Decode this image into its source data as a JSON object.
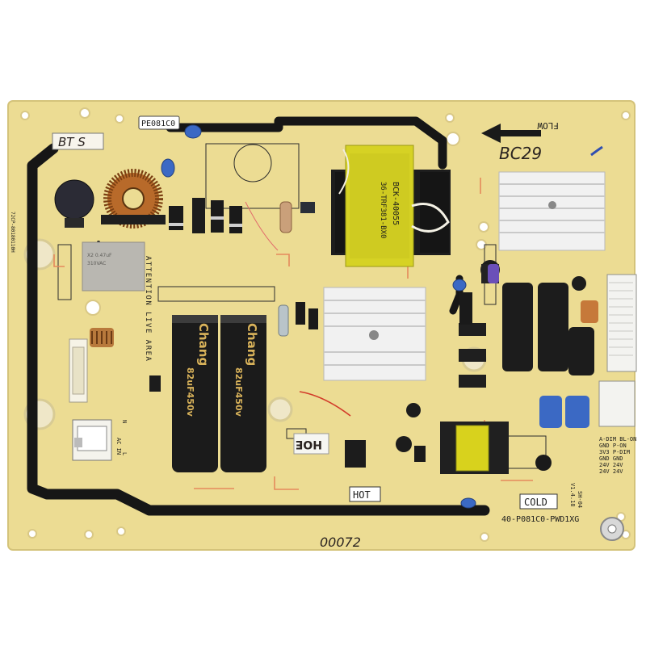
{
  "board": {
    "colors": {
      "pcb": "#ecdc93",
      "trace": "#161616",
      "silkscreen": "#1c1c1c",
      "capacitor_blue": "#3b69c4",
      "heatsink": "#eeeeee",
      "transformer_yellow": "#d6d224",
      "marker_red": "#d23b2a"
    },
    "labels": {
      "model_top": "PE081C0",
      "flow": "FLOW",
      "transformer_part": "BCK-40055",
      "transformer_code": "36-TRF381-BX0",
      "attention": "ATTENTION LIVE AREA",
      "hot": "HOT",
      "cold": "COLD",
      "part_number": "40-P081C0-PWD1XG",
      "ac_in": "AC IN",
      "ac_l": "L",
      "ac_n": "N",
      "sn_code": "SH-04",
      "rev_code": "V1.4.18",
      "cap_brand": "Chang",
      "cap_rating": "82uF450v"
    },
    "connector_legend": [
      "A-DIM  BL-ON",
      "GND    P-ON",
      "3V3    P-DIM",
      "GND    GND",
      "24V    24V",
      "24V    24V"
    ],
    "handwriting": {
      "top_left_tag": "BT S",
      "top_right_tag": "BC29",
      "bottom_tag": "00072",
      "sticker_mark": "HOE"
    }
  }
}
